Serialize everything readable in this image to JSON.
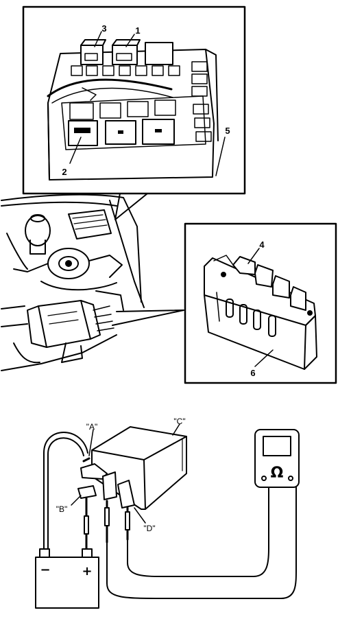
{
  "callouts": {
    "c1": "1",
    "c2": "2",
    "c3": "3",
    "c4": "4",
    "c5": "5",
    "c6": "6"
  },
  "terminals": {
    "a": "\"A\"",
    "b": "\"B\"",
    "c": "\"C\"",
    "d": "\"D\""
  },
  "meter": {
    "symbol": "Ω"
  },
  "battery": {
    "negative": "−",
    "positive": "+"
  }
}
